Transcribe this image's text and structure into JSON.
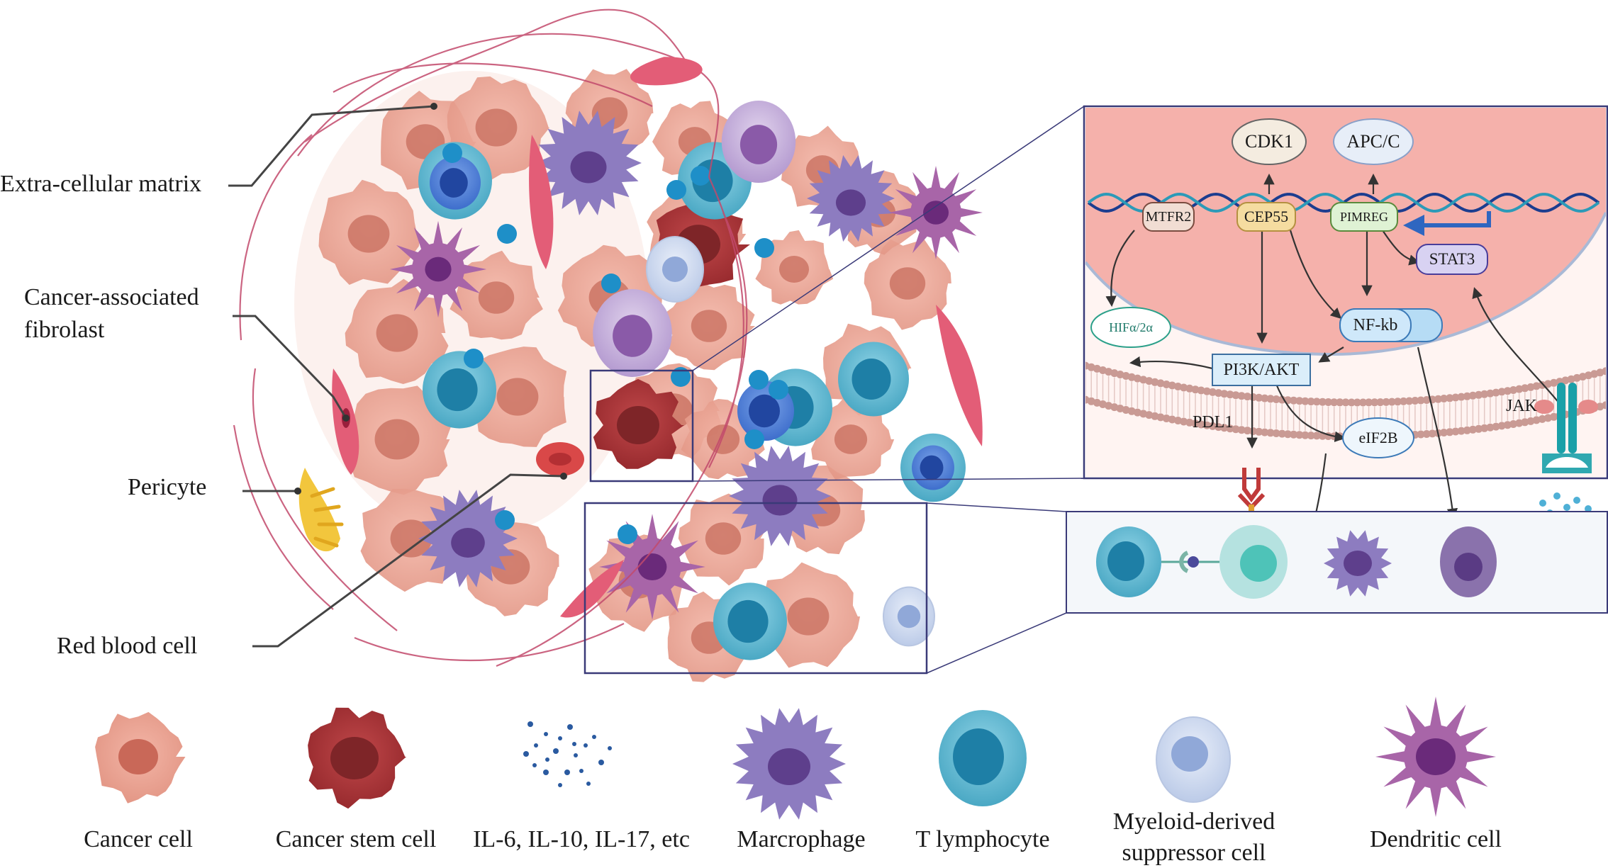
{
  "left_labels": {
    "ecm": "Extra-cellular matrix",
    "caf_line1": "Cancer-associated",
    "caf_line2": "fibrolast",
    "pericyte": "Pericyte",
    "rbc": "Red blood cell"
  },
  "pathway": {
    "cdk1": "CDK1",
    "apcc": "APC/C",
    "mtfr2": "MTFR2",
    "cep55": "CEP55",
    "pimreg": "PIMREG",
    "stat3": "STAT3",
    "hif": "HIFα/2α",
    "nfkb": "NF-kb",
    "pi3k": "PI3K/AKT",
    "pdl1": "PDL1",
    "eif2b": "eIF2B",
    "jak": "JAK"
  },
  "legend": {
    "cancer_cell": "Cancer cell",
    "cancer_stem_cell": "Cancer stem cell",
    "cytokines": "IL-6, IL-10, IL-17, etc",
    "macrophage": "Marcrophage",
    "t_lymphocyte": "T lymphocyte",
    "mdsc_line1": "Myeloid-derived",
    "mdsc_line2": "suppressor cell",
    "dendritic": "Dendritic cell"
  },
  "colors": {
    "cancer_cell": "#e8a090",
    "cancer_stem": "#a8383a",
    "macrophage": "#8d7cc0",
    "t_cell": "#4fb0cc",
    "mdsc": "#c9d7ee",
    "dendritic": "#a865a8",
    "nucleus_bg": "#f5b1ab",
    "box_line": "#3a3a78"
  }
}
